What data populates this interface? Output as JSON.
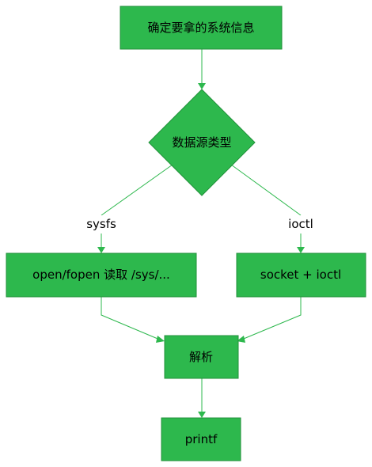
{
  "nodes": {
    "start": "确定要拿的系统信息",
    "decision": "数据源类型",
    "sysfs_read": "open/fopen 读取 /sys/...",
    "ioctl_call": "socket + ioctl",
    "parse": "解析",
    "output": "printf"
  },
  "edges": {
    "to_sysfs": "sysfs",
    "to_ioctl": "ioctl"
  },
  "colors": {
    "node_fill": "#2db84d",
    "node_stroke": "#22913b",
    "edge": "#2db84d"
  }
}
